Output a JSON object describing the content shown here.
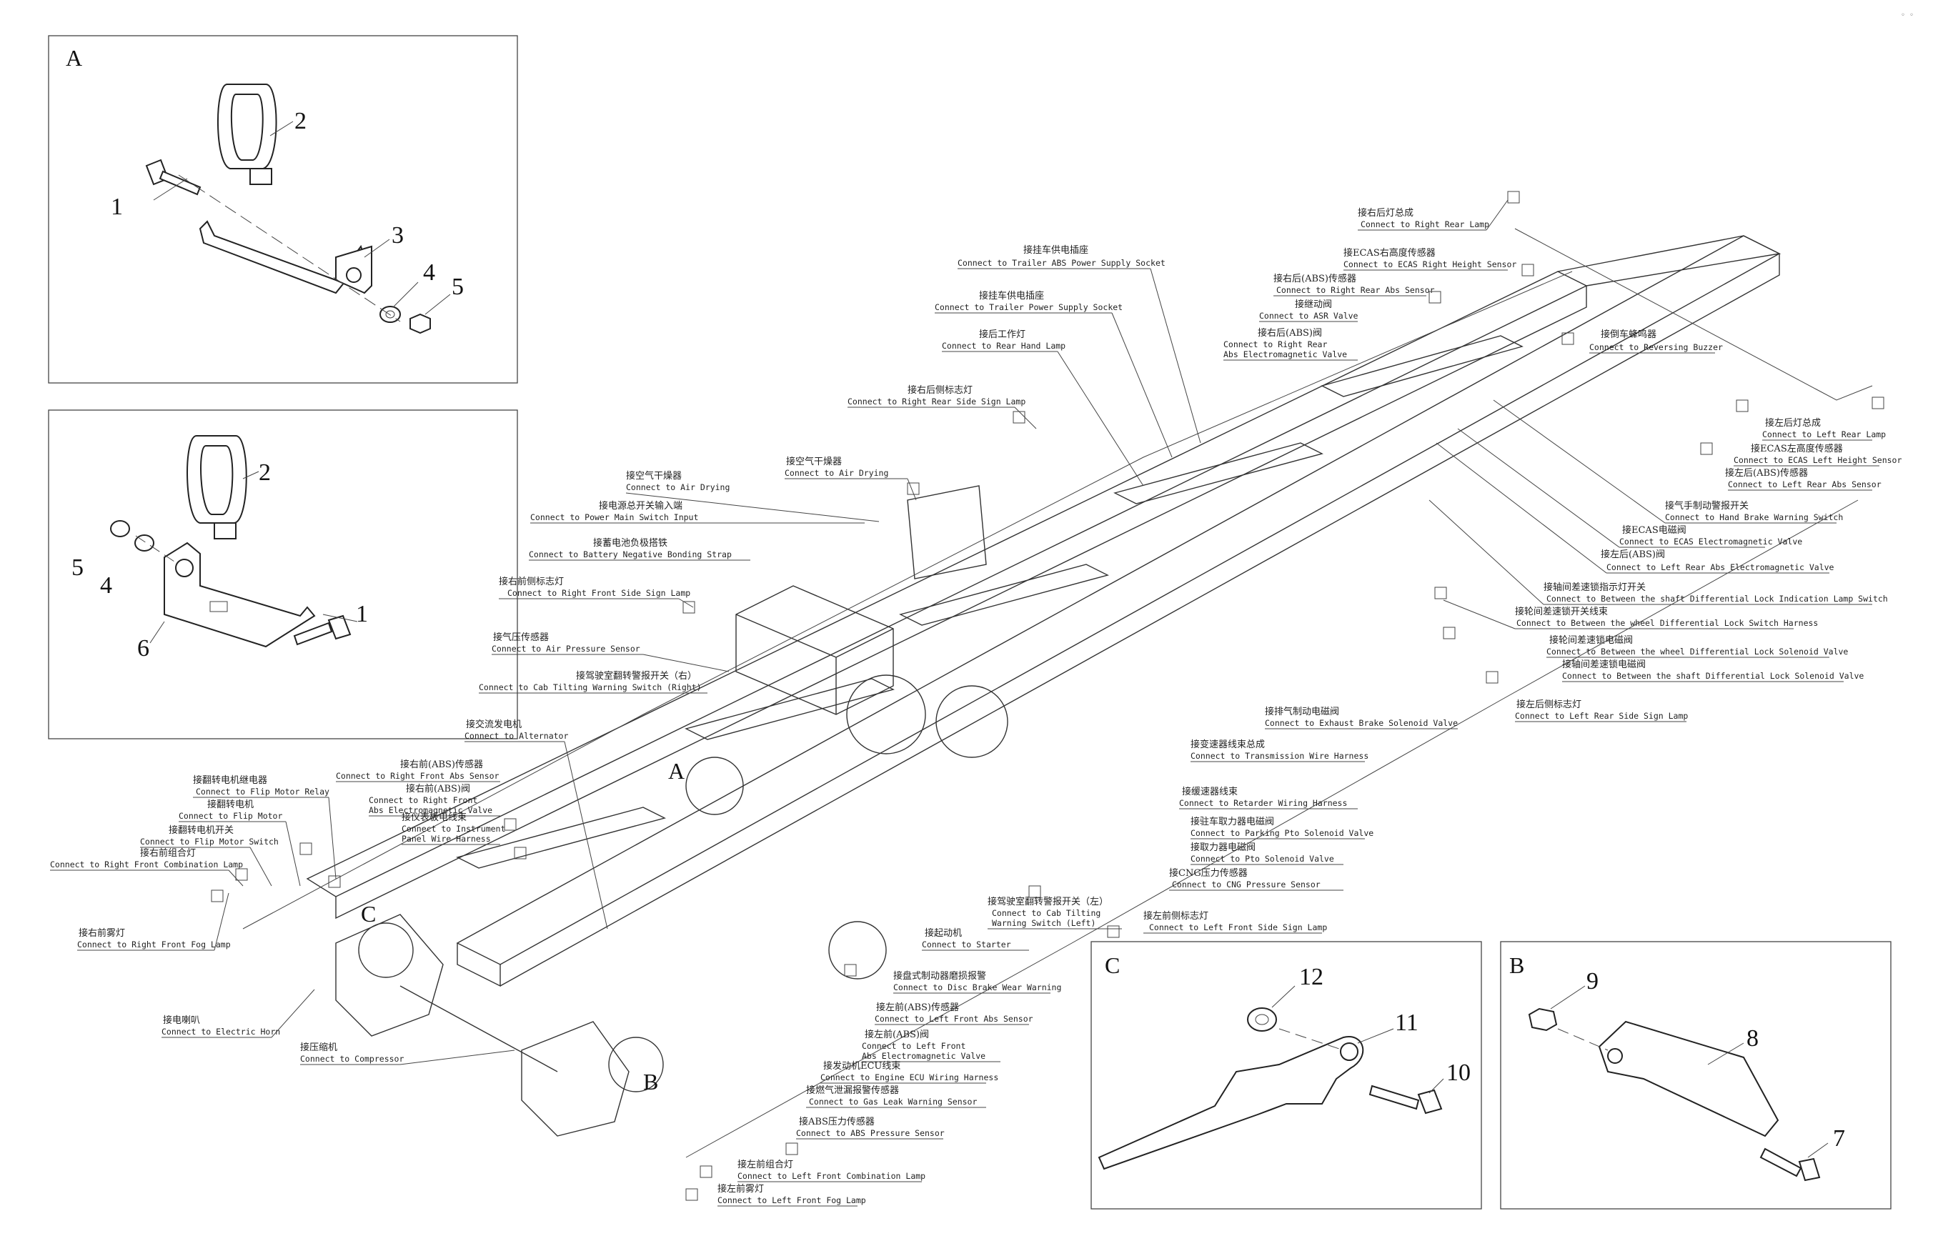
{
  "detail_views": {
    "A_top": {
      "label": "A",
      "callouts": [
        "1",
        "2",
        "3",
        "4",
        "5"
      ]
    },
    "A_bottom": {
      "callouts": [
        "1",
        "2",
        "4",
        "5",
        "6"
      ]
    },
    "C": {
      "label": "C",
      "callouts": [
        "10",
        "11",
        "12"
      ]
    },
    "B": {
      "label": "B",
      "callouts": [
        "7",
        "8",
        "9"
      ]
    },
    "chassis_markers": [
      "A",
      "B",
      "C"
    ]
  },
  "connectors": [
    {
      "zh": "接右后灯总成",
      "en": "Connect to Right Rear Lamp"
    },
    {
      "zh": "接挂车供电插座",
      "en": "Connect to Trailer ABS Power Supply Socket"
    },
    {
      "zh": "接ECAS右高度传感器",
      "en": "Connect to ECAS Right Height Sensor"
    },
    {
      "zh": "接右后(ABS)传感器",
      "en": "Connect to Right Rear Abs Sensor"
    },
    {
      "zh": "接挂车供电插座",
      "en": "Connect to Trailer Power Supply Socket"
    },
    {
      "zh": "接继动阀",
      "en": "Connect to ASR Valve"
    },
    {
      "zh": "接后工作灯",
      "en": "Connect to Rear Hand Lamp"
    },
    {
      "zh": "接右后(ABS)阀",
      "en": "Connect to Right Rear"
    },
    {
      "zh": "",
      "en": "Abs Electromagnetic Valve"
    },
    {
      "zh": "接倒车蜂鸣器",
      "en": "Connect to Reversing Buzzer"
    },
    {
      "zh": "接右后侧标志灯",
      "en": "Connect to Right Rear Side Sign Lamp"
    },
    {
      "zh": "接左后灯总成",
      "en": "Connect to Left Rear Lamp"
    },
    {
      "zh": "接ECAS左高度传感器",
      "en": "Connect to ECAS Left Height Sensor"
    },
    {
      "zh": "接空气干燥器",
      "en": "Connect to Air Drying"
    },
    {
      "zh": "接左后(ABS)传感器",
      "en": "Connect to Left Rear Abs Sensor"
    },
    {
      "zh": "接空气干燥器",
      "en": "Connect to Air Drying"
    },
    {
      "zh": "接电源总开关输入端",
      "en": "Connect to Power Main Switch Input"
    },
    {
      "zh": "接气手制动警报开关",
      "en": "Connect to Hand Brake Warning Switch"
    },
    {
      "zh": "接蓄电池负极搭铁",
      "en": "Connect to Battery Negative Bonding Strap"
    },
    {
      "zh": "接ECAS电磁阀",
      "en": "Connect to ECAS Electromagnetic Valve"
    },
    {
      "zh": "接左后(ABS)阀",
      "en": "Connect to Left Rear Abs Electromagnetic Valve"
    },
    {
      "zh": "接右前侧标志灯",
      "en": "Connect to Right Front Side Sign Lamp"
    },
    {
      "zh": "接轴间差速锁指示灯开关",
      "en": "Connect to Between the shaft Differential Lock Indication Lamp Switch"
    },
    {
      "zh": "接轮间差速锁开关线束",
      "en": "Connect to Between the wheel Differential Lock Switch Harness"
    },
    {
      "zh": "接气压传感器",
      "en": "Connect to Air Pressure Sensor"
    },
    {
      "zh": "接轮间差速锁电磁阀",
      "en": "Connect to Between the wheel Differential Lock Solenoid Valve"
    },
    {
      "zh": "接驾驶室翻转警报开关（右）",
      "en": "Connect to Cab Tilting Warning Switch (Right)"
    },
    {
      "zh": "接轴间差速锁电磁阀",
      "en": "Connect to Between the shaft Differential Lock Solenoid Valve"
    },
    {
      "zh": "接左后侧标志灯",
      "en": "Connect to Left Rear Side Sign Lamp"
    },
    {
      "zh": "接交流发电机",
      "en": "Connect to Alternator"
    },
    {
      "zh": "接排气制动电磁阀",
      "en": "Connect to Exhaust Brake Solenoid Valve"
    },
    {
      "zh": "接变速器线束总成",
      "en": "Connect to Transmission Wire Harness"
    },
    {
      "zh": "接右前(ABS)传感器",
      "en": "Connect to Right Front Abs Sensor"
    },
    {
      "zh": "接翻转电机继电器",
      "en": "Connect to Flip Motor Relay"
    },
    {
      "zh": "接右前(ABS)阀",
      "en": "Connect to Right Front"
    },
    {
      "zh": "",
      "en": "Abs Electromagnetic Valve"
    },
    {
      "zh": "接缓速器线束",
      "en": "Connect to Retarder Wiring Harness"
    },
    {
      "zh": "接翻转电机",
      "en": "Connect to Flip Motor"
    },
    {
      "zh": "接仪表板电线束",
      "en": "Connect to Instrument"
    },
    {
      "zh": "",
      "en": "Panel Wire Harness"
    },
    {
      "zh": "接驻车取力器电磁阀",
      "en": "Connect to Parking Pto Solenoid Valve"
    },
    {
      "zh": "接翻转电机开关",
      "en": "Connect to Flip Motor Switch"
    },
    {
      "zh": "接取力器电磁阀",
      "en": "Connect to Pto Solenoid Valve"
    },
    {
      "zh": "接右前组合灯",
      "en": "Connect to Right Front Combination Lamp"
    },
    {
      "zh": "接CNG压力传感器",
      "en": "Connect to CNG Pressure Sensor"
    },
    {
      "zh": "接驾驶室翻转警报开关（左）",
      "en": "Connect to Cab Tilting"
    },
    {
      "zh": "",
      "en": "Warning Switch (Left)"
    },
    {
      "zh": "接左前侧标志灯",
      "en": "Connect to Left Front Side Sign Lamp"
    },
    {
      "zh": "接右前雾灯",
      "en": "Connect to Right Front Fog Lamp"
    },
    {
      "zh": "接起动机",
      "en": "Connect to Starter"
    },
    {
      "zh": "接盘式制动器磨损报警",
      "en": "Connect to Disc Brake Wear Warning"
    },
    {
      "zh": "接电喇叭",
      "en": "Connect to Electric Horn"
    },
    {
      "zh": "接左前(ABS)传感器",
      "en": "Connect to Left Front Abs Sensor"
    },
    {
      "zh": "接压缩机",
      "en": "Connect to Compressor"
    },
    {
      "zh": "接左前(ABS)阀",
      "en": "Connect to Left Front"
    },
    {
      "zh": "",
      "en": "Abs Electromagnetic Valve"
    },
    {
      "zh": "接发动机ECU线束",
      "en": "Connect to Engine ECU Wiring Harness"
    },
    {
      "zh": "接燃气泄漏报警传感器",
      "en": "Connect to Gas Leak Warning Sensor"
    },
    {
      "zh": "接ABS压力传感器",
      "en": "Connect to ABS Pressure Sensor"
    },
    {
      "zh": "接左前组合灯",
      "en": "Connect to Left Front Combination Lamp"
    },
    {
      "zh": "接左前雾灯",
      "en": "Connect to Left Front Fog Lamp"
    }
  ]
}
